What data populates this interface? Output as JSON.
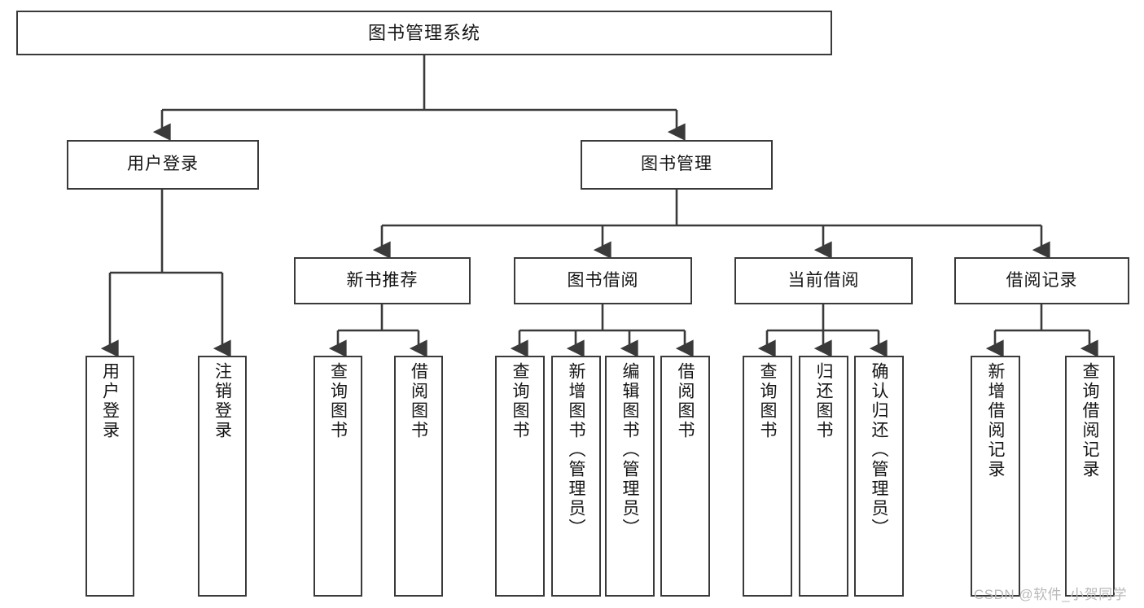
{
  "diagram": {
    "title": "图书管理系统",
    "type": "tree-hierarchy-chart",
    "colors": {
      "box_border": "#3a3a3a",
      "box_fill": "#ffffff",
      "edge": "#3a3a3a",
      "text": "#141414",
      "watermark": "#b9b9b9",
      "background": "#ffffff"
    },
    "nodes": {
      "root": "图书管理系统",
      "level2": [
        "用户登录",
        "图书管理"
      ],
      "level3": [
        "新书推荐",
        "图书借阅",
        "当前借阅",
        "借阅记录"
      ],
      "leaves": {
        "user_login": [
          "用户登录",
          "注销登录"
        ],
        "new_book_recommend": [
          "查询图书",
          "借阅图书"
        ],
        "book_borrow": [
          "查询图书",
          "新增图书（管理员）",
          "编辑图书（管理员）",
          "借阅图书"
        ],
        "current_borrow": [
          "查询图书",
          "归还图书",
          "确认归还（管理员）"
        ],
        "borrow_record": [
          "新增借阅记录",
          "查询借阅记录"
        ]
      }
    }
  },
  "watermark": {
    "text": "CSDN @软件_小贺同学"
  }
}
